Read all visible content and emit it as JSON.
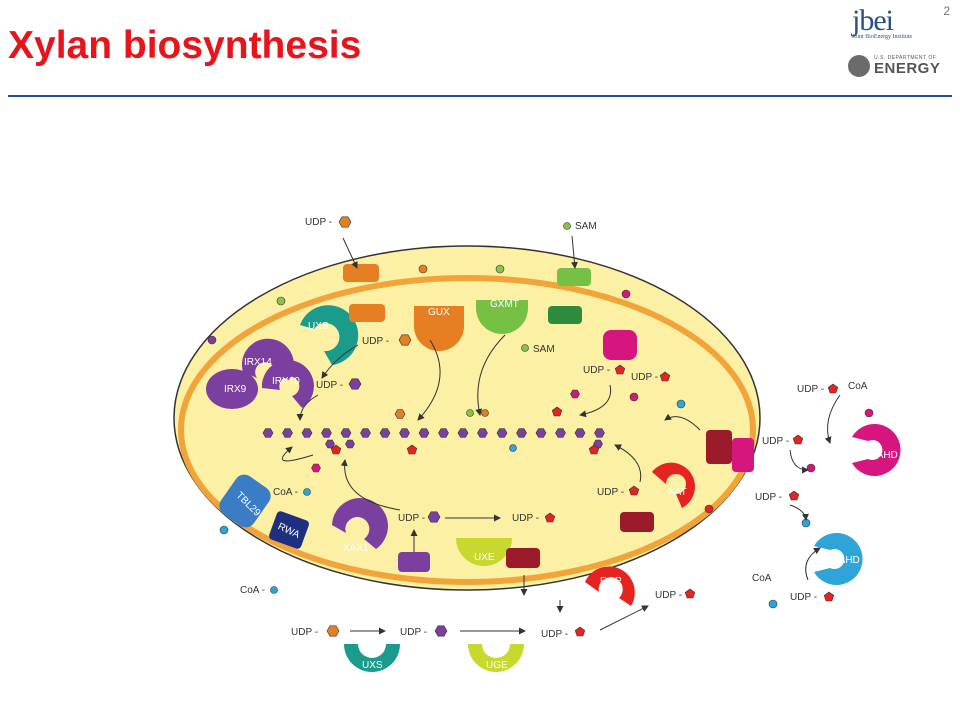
{
  "slide": {
    "title": "Xylan biosynthesis",
    "page_number": "2"
  },
  "logos": {
    "jbei_word": "jbei",
    "jbei_sub": "Joint BioEnergy Institute",
    "doe_dept": "U.S. DEPARTMENT OF",
    "doe_energy": "ENERGY"
  },
  "colors": {
    "title": "#e8141b",
    "rule": "#1f4e91",
    "cell": "#fbf0a3",
    "membrane": "#f2a43a",
    "xylose": "#7b3fa0",
    "udp_glcA": "#e67e22",
    "arabinose": "#e52320",
    "sam": "#8bc34a",
    "coumarate": "#d6157f",
    "ferulate": "#2ea4d8"
  },
  "labels": {
    "udp": "UDP -",
    "sam": "SAM",
    "coa": "CoA",
    "coa_dash": "CoA -",
    "enzymes": {
      "uxs": "UXS",
      "gux": "GUX",
      "gxmt": "GXMT",
      "irx14": "IRX14",
      "irx9": "IRX9",
      "irx10": "IRX10",
      "tbl29": "TBL29",
      "rwa": "RWA",
      "xax1": "XAX1",
      "uxe": "UXE",
      "xat": "XAT",
      "rgp": "RGP",
      "bahd": "BAHD",
      "uge": "UGE"
    }
  }
}
